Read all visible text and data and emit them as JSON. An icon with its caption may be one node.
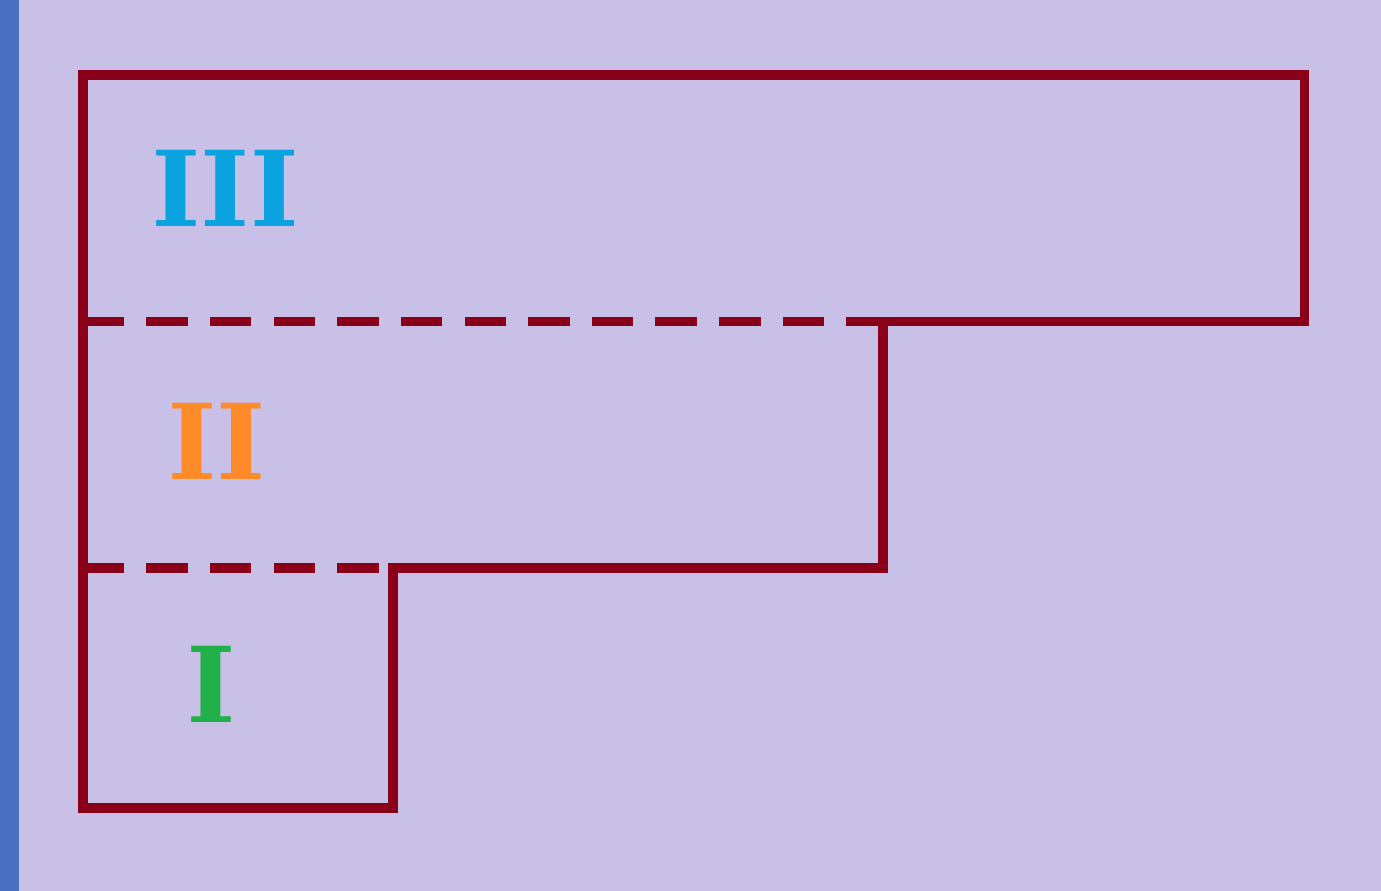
{
  "diagram": {
    "nodes": [
      {
        "text": [
          "III"
        ]
      },
      {
        "text": [
          "II"
        ]
      },
      {
        "text": [
          "I"
        ]
      }
    ]
  }
}
